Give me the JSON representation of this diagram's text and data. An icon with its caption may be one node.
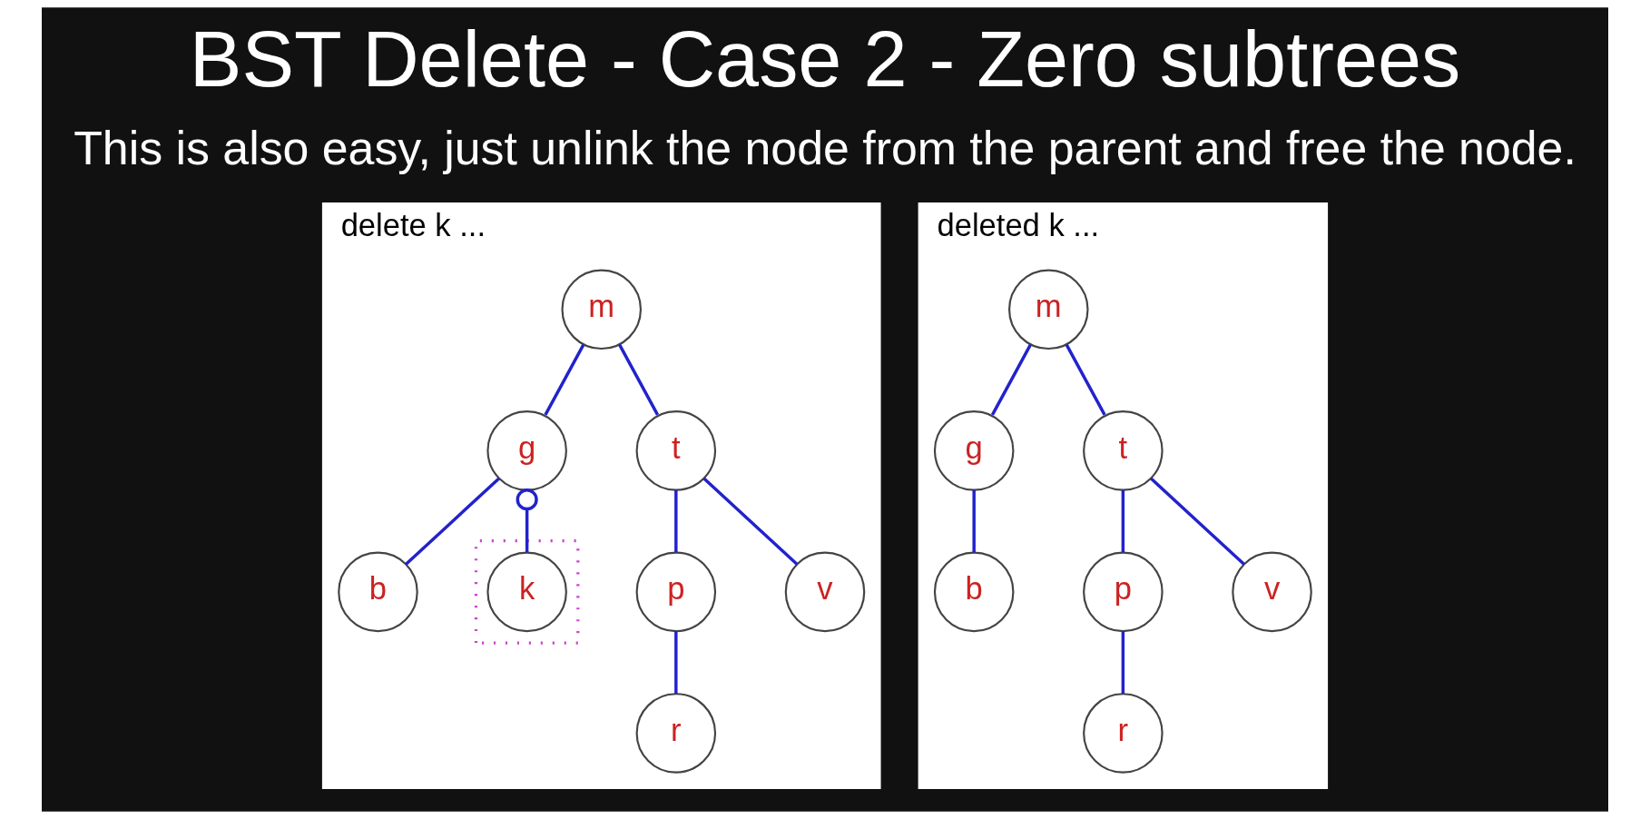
{
  "diagram": {
    "title": "BST Delete - Case 2 - Zero subtrees",
    "nodes": [
      {
        "text": [
          "delete k ..."
        ]
      },
      {
        "text": [
          "m"
        ],
        "in": 0
      },
      {
        "text": [
          "g"
        ],
        "in": 0
      },
      {
        "text": [
          "t"
        ],
        "in": 0
      },
      {
        "text": [
          "b"
        ],
        "in": 0
      },
      {
        "text": [],
        "shape": "box",
        "in": 0
      },
      {
        "text": [
          "k"
        ],
        "in": 5
      },
      {
        "text": [
          "p"
        ],
        "in": 0
      },
      {
        "text": [
          "v"
        ],
        "in": 0
      },
      {
        "text": [
          "r"
        ],
        "in": 0
      },
      {
        "text": [
          "deleted k ..."
        ]
      },
      {
        "text": [
          "m"
        ],
        "in": 10
      },
      {
        "text": [
          "g"
        ],
        "in": 10
      },
      {
        "text": [
          "t"
        ],
        "in": 10
      },
      {
        "text": [
          "b"
        ],
        "in": 10
      },
      {
        "text": [
          "p"
        ],
        "in": 10
      },
      {
        "text": [
          "v"
        ],
        "in": 10
      },
      {
        "text": [
          "r"
        ],
        "in": 10
      }
    ],
    "edges": [
      {
        "from": 1,
        "to": 2,
        "arrow": "none"
      },
      {
        "from": 1,
        "to": 3,
        "arrow": "none"
      },
      {
        "from": 2,
        "to": 4,
        "arrow": "none"
      },
      {
        "from": 2,
        "to": 6,
        "arrow": "other"
      },
      {
        "from": 3,
        "to": 7,
        "arrow": "none"
      },
      {
        "from": 3,
        "to": 8,
        "arrow": "none"
      },
      {
        "from": 7,
        "to": 9,
        "arrow": "none"
      },
      {
        "from": 11,
        "to": 12,
        "arrow": "none"
      },
      {
        "from": 11,
        "to": 13,
        "arrow": "none"
      },
      {
        "from": 12,
        "to": 14,
        "arrow": "none"
      },
      {
        "from": 13,
        "to": 15,
        "arrow": "none"
      },
      {
        "from": 13,
        "to": 16,
        "arrow": "none"
      },
      {
        "from": 15,
        "to": 17,
        "arrow": "none"
      }
    ],
    "labels": [
      "This is also easy, just unlink the node from the parent and free the node."
    ]
  }
}
